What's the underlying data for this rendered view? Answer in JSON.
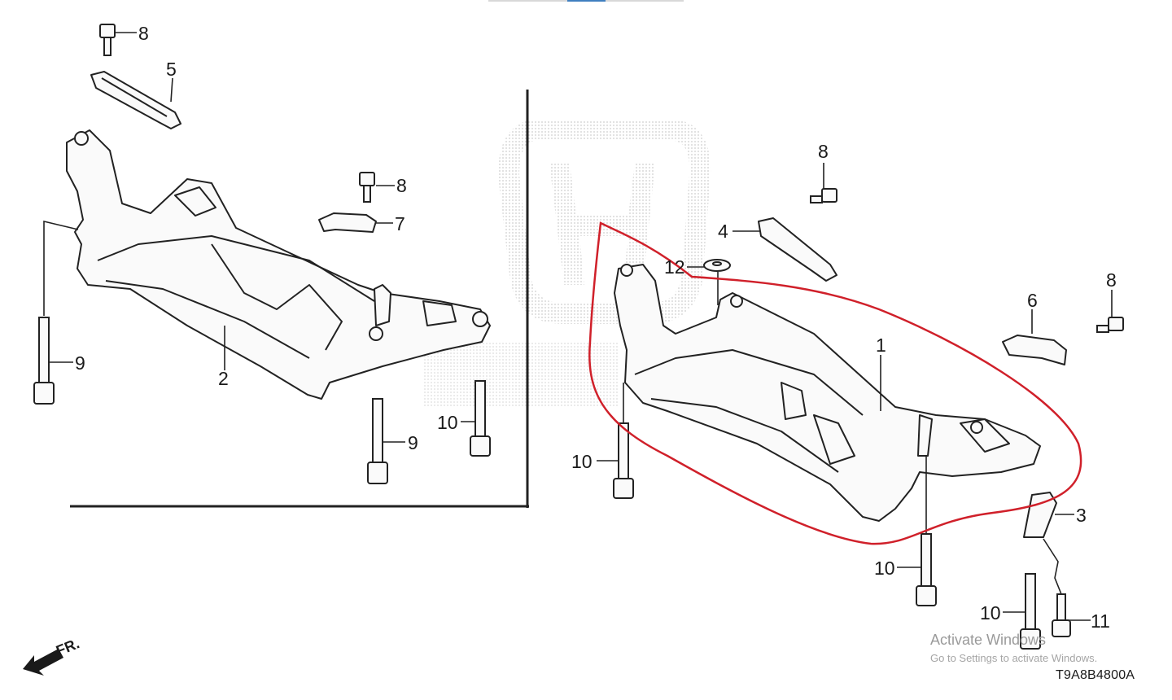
{
  "diagram": {
    "callouts": {
      "c1": "1",
      "c2": "2",
      "c3": "3",
      "c4": "4",
      "c5": "5",
      "c6": "6",
      "c7": "7",
      "c8a": "8",
      "c8b": "8",
      "c8c": "8",
      "c8d": "8",
      "c9a": "9",
      "c9b": "9",
      "c10a": "10",
      "c10b": "10",
      "c10c": "10",
      "c10d": "10",
      "c11": "11",
      "c12": "12"
    },
    "direction_label": "FR.",
    "figure_code": "T9A8B4800A",
    "highlight_color": "#d0202a",
    "line_color": "#222222"
  },
  "watermark": {
    "title": "Activate Windows",
    "subtitle": "Go to Settings to activate Windows."
  }
}
